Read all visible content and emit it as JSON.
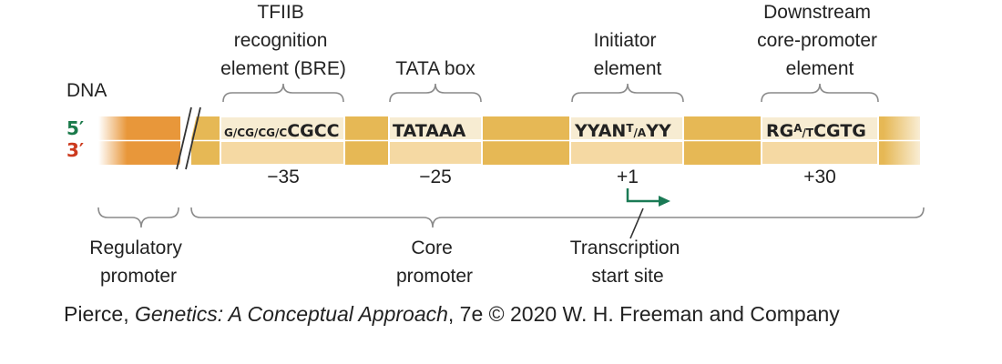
{
  "strands": {
    "top": "5′",
    "bottom": "3′",
    "top_color": "#1a7a4a",
    "bottom_color": "#cc3a1e"
  },
  "dna_label": "DNA",
  "colors": {
    "dna_dark": "#e8973a",
    "dna_mid": "#e6b855",
    "dna_light": "#f5d9a3",
    "arrow": "#1a7a55",
    "brace": "#8a8a8a"
  },
  "elements": [
    {
      "id": "bre",
      "name_lines": [
        "TFIIB",
        "recognition",
        "element (BRE)"
      ],
      "sequence_parts": [
        {
          "t": "G",
          "sup": false
        },
        {
          "t": "/",
          "sup": false
        },
        {
          "t": "C",
          "sup": false
        },
        {
          "t": "G",
          "sup": false
        },
        {
          "t": "/",
          "sup": false
        },
        {
          "t": "C",
          "sup": false
        },
        {
          "t": "G",
          "sup": false
        },
        {
          "t": "/",
          "sup": false
        },
        {
          "t": "C",
          "sup": false
        },
        {
          "t": "CGCC",
          "sup": false
        }
      ],
      "position": "−35"
    },
    {
      "id": "tata",
      "name_lines": [
        "TATA box"
      ],
      "sequence_parts": [
        {
          "t": "TATAAA",
          "sup": false
        }
      ],
      "position": "−25"
    },
    {
      "id": "inr",
      "name_lines": [
        "Initiator",
        "element"
      ],
      "sequence_parts": [
        {
          "t": "YYAN",
          "sup": false
        },
        {
          "t": "T",
          "sup": true
        },
        {
          "t": "/",
          "sup": false
        },
        {
          "t": "A",
          "sup": false
        },
        {
          "t": "YY",
          "sup": false
        }
      ],
      "position": "+1"
    },
    {
      "id": "dpe",
      "name_lines": [
        "Downstream",
        "core-promoter",
        "element"
      ],
      "sequence_parts": [
        {
          "t": "RG",
          "sup": false
        },
        {
          "t": "A",
          "sup": true
        },
        {
          "t": "/",
          "sup": false
        },
        {
          "t": "T",
          "sup": false
        },
        {
          "t": "CGTG",
          "sup": false
        }
      ],
      "position": "+30"
    }
  ],
  "regions": {
    "regulatory": [
      "Regulatory",
      "promoter"
    ],
    "core": [
      "Core",
      "promoter"
    ],
    "tss": [
      "Transcription",
      "start site"
    ]
  },
  "credit": {
    "author": "Pierce, ",
    "title": "Genetics: A Conceptual Approach",
    "rest": ", 7e © 2020 W. H. Freeman and Company"
  }
}
